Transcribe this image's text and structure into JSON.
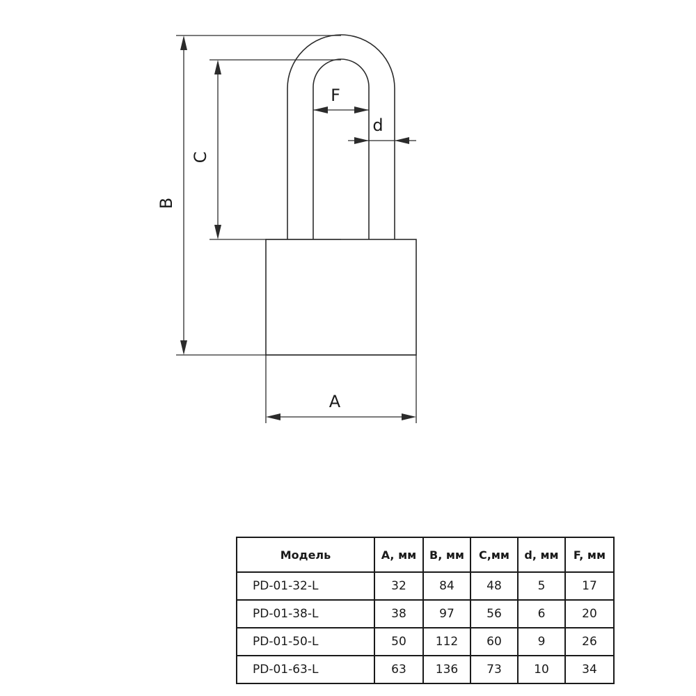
{
  "diagram": {
    "labels": {
      "a": "A",
      "b": "B",
      "c": "C",
      "d": "d",
      "f": "F"
    }
  },
  "table": {
    "headers": [
      "Модель",
      "A, мм",
      "B, мм",
      "C,мм",
      "d, мм",
      "F, мм"
    ],
    "rows": [
      [
        "PD-01-32-L",
        "32",
        "84",
        "48",
        "5",
        "17"
      ],
      [
        "PD-01-38-L",
        "38",
        "97",
        "56",
        "6",
        "20"
      ],
      [
        "PD-01-50-L",
        "50",
        "112",
        "60",
        "9",
        "26"
      ],
      [
        "PD-01-63-L",
        "63",
        "136",
        "73",
        "10",
        "34"
      ]
    ]
  }
}
